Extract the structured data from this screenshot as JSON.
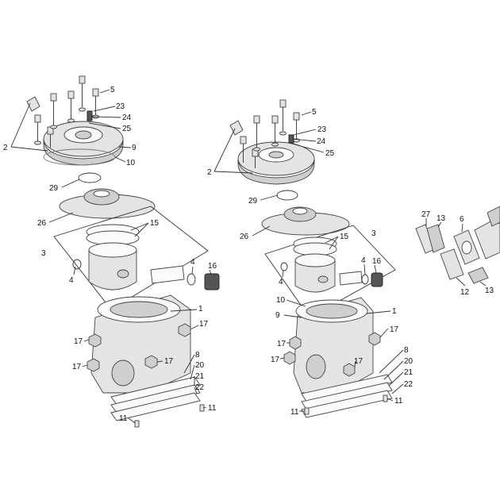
{
  "labels": {
    "l5": "5",
    "l23": "23",
    "l24": "24",
    "l25": "25",
    "l9": "9",
    "l10": "10",
    "l2": "2",
    "l29": "29",
    "l26": "26",
    "l15": "15",
    "l3": "3",
    "l4a": "4",
    "l4b": "4",
    "l16": "16",
    "l1": "1",
    "l17a": "17",
    "l17b": "17",
    "l17c": "17",
    "l17d": "17",
    "l8": "8",
    "l20": "20",
    "l21": "21",
    "l22": "22",
    "l11a": "11",
    "l11b": "11",
    "r5": "5",
    "r23": "23",
    "r24": "24",
    "r25": "25",
    "r2": "2",
    "r29": "29",
    "r26": "26",
    "r15": "15",
    "r3": "3",
    "r4a": "4",
    "r4b": "4",
    "r16": "16",
    "r10": "10",
    "r9": "9",
    "r1": "1",
    "r17a": "17",
    "r17b": "17",
    "r17c": "17",
    "r17d": "17",
    "r8": "8",
    "r20": "20",
    "r21": "21",
    "r22": "22",
    "r11a": "11",
    "r11b": "11",
    "p27": "27",
    "p13a": "13",
    "p6": "6",
    "p12": "12",
    "p13b": "13"
  }
}
